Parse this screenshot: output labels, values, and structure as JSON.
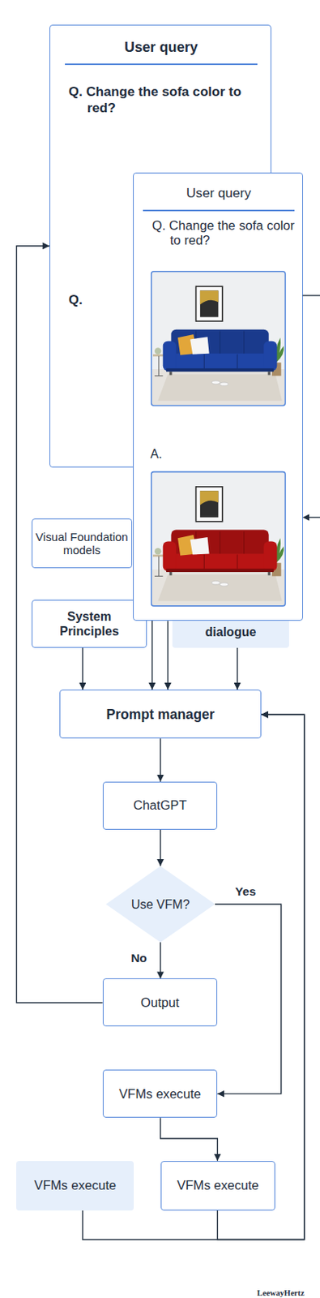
{
  "diagram": {
    "nodes": [
      {
        "text": [
          "User query",
          "Q. Change the sofa color to red?",
          "Q."
        ]
      },
      {
        "text": [
          "User query",
          "Q. Change the sofa color to red?",
          "A."
        ]
      },
      {
        "text": [
          "Visual Foundation models"
        ]
      },
      {
        "text": [
          "System Principles"
        ]
      },
      {
        "text": [
          "dialogue"
        ]
      },
      {
        "text": [
          "Prompt manager"
        ]
      },
      {
        "text": [
          "ChatGPT"
        ]
      },
      {
        "text": [
          "Use VFM?"
        ]
      },
      {
        "text": [
          "Output"
        ]
      },
      {
        "text": [
          "VFMs execute"
        ]
      },
      {
        "text": [
          "VFMs execute"
        ]
      },
      {
        "text": [
          "VFMs execute"
        ]
      }
    ],
    "edges": [
      {
        "from": 3,
        "to": 5,
        "arrow": "to"
      },
      {
        "from": 0,
        "to": 5,
        "arrow": "to"
      },
      {
        "from": 1,
        "to": 5,
        "arrow": "to"
      },
      {
        "from": 4,
        "to": 5,
        "arrow": "to"
      },
      {
        "from": 5,
        "to": 6,
        "arrow": "to"
      },
      {
        "from": 6,
        "to": 7,
        "arrow": "to"
      },
      {
        "from": 7,
        "to": 8,
        "label": "No",
        "arrow": "to"
      },
      {
        "from": 7,
        "to": 9,
        "label": "Yes",
        "arrow": "to"
      },
      {
        "from": 8,
        "to": 0,
        "arrow": "to"
      },
      {
        "from": 9,
        "to": 11,
        "arrow": "to"
      },
      {
        "from": 10,
        "to": 5,
        "arrow": "to"
      },
      {
        "from": 11,
        "to": 5,
        "arrow": "to"
      }
    ],
    "labels": [
      "LeewayHertz"
    ]
  }
}
